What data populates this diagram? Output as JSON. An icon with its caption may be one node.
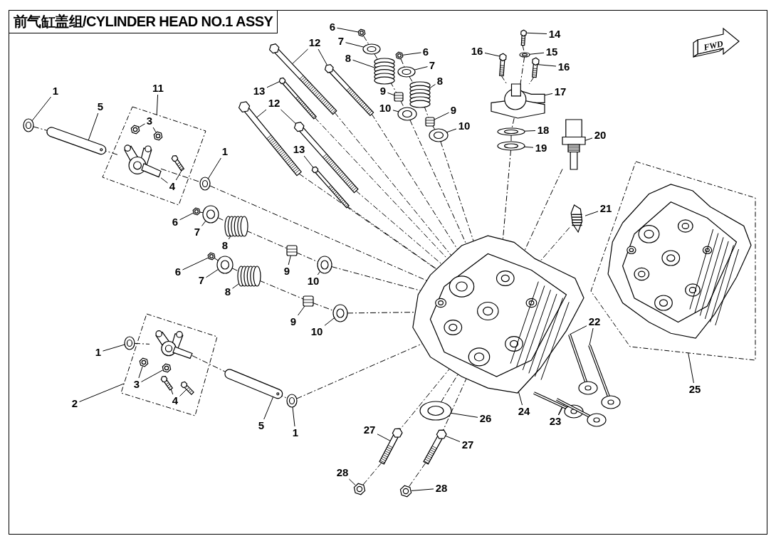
{
  "diagram": {
    "title": "前气缸盖组/CYLINDER HEAD NO.1 ASSY",
    "nodes": [
      {
        "text": [
          "1"
        ]
      },
      {
        "text": [],
        "shape": "ring"
      },
      {
        "text": [
          "5"
        ]
      },
      {
        "text": [],
        "shape": "pin"
      },
      {
        "text": [],
        "shape": "box"
      },
      {
        "text": [
          "11"
        ]
      },
      {
        "text": [
          "3"
        ],
        "in": 4
      },
      {
        "text": [],
        "shape": "nut",
        "in": 4
      },
      {
        "text": [],
        "shape": "nut",
        "in": 4
      },
      {
        "text": [
          "4"
        ],
        "in": 4
      },
      {
        "text": [],
        "shape": "picture",
        "in": 4
      },
      {
        "text": [],
        "shape": "bolt",
        "in": 4
      },
      {
        "text": [
          "1"
        ]
      },
      {
        "text": [],
        "shape": "ring"
      },
      {
        "text": [
          "12"
        ]
      },
      {
        "text": [],
        "shape": "bolt"
      },
      {
        "text": [],
        "shape": "bolt"
      },
      {
        "text": [
          "13"
        ]
      },
      {
        "text": [],
        "shape": "bolt"
      },
      {
        "text": [
          "12"
        ]
      },
      {
        "text": [],
        "shape": "bolt"
      },
      {
        "text": [],
        "shape": "bolt"
      },
      {
        "text": [
          "13"
        ]
      },
      {
        "text": [],
        "shape": "bolt"
      },
      {
        "text": [
          "6"
        ]
      },
      {
        "text": [],
        "shape": "nut"
      },
      {
        "text": [
          "7"
        ]
      },
      {
        "text": [],
        "shape": "ring"
      },
      {
        "text": [
          "8"
        ]
      },
      {
        "text": [],
        "shape": "spring"
      },
      {
        "text": [
          "9"
        ]
      },
      {
        "text": [],
        "shape": "cylinder"
      },
      {
        "text": [
          "10"
        ]
      },
      {
        "text": [],
        "shape": "ring"
      },
      {
        "text": [
          "6"
        ]
      },
      {
        "text": [],
        "shape": "nut"
      },
      {
        "text": [
          "7"
        ]
      },
      {
        "text": [],
        "shape": "ring"
      },
      {
        "text": [
          "8"
        ]
      },
      {
        "text": [],
        "shape": "spring"
      },
      {
        "text": [
          "9"
        ]
      },
      {
        "text": [],
        "shape": "cylinder"
      },
      {
        "text": [
          "10"
        ]
      },
      {
        "text": [],
        "shape": "ring"
      },
      {
        "text": [
          "16"
        ]
      },
      {
        "text": [],
        "shape": "bolt"
      },
      {
        "text": [
          "14"
        ]
      },
      {
        "text": [],
        "shape": "bolt"
      },
      {
        "text": [
          "15"
        ]
      },
      {
        "text": [],
        "shape": "ring"
      },
      {
        "text": [
          "16"
        ]
      },
      {
        "text": [],
        "shape": "bolt"
      },
      {
        "text": [
          "17"
        ]
      },
      {
        "text": [],
        "shape": "picture"
      },
      {
        "text": [
          "18"
        ]
      },
      {
        "text": [],
        "shape": "ring"
      },
      {
        "text": [
          "19"
        ]
      },
      {
        "text": [],
        "shape": "ring"
      },
      {
        "text": [
          "20"
        ]
      },
      {
        "text": [],
        "shape": "picture"
      },
      {
        "text": [
          "21"
        ]
      },
      {
        "text": [],
        "shape": "picture"
      },
      {
        "text": [],
        "shape": "picture"
      },
      {
        "text": [],
        "shape": "box"
      },
      {
        "text": [],
        "shape": "picture",
        "in": 63
      },
      {
        "text": [
          "25"
        ]
      },
      {
        "text": [
          "22"
        ]
      },
      {
        "text": [],
        "shape": "valve"
      },
      {
        "text": [],
        "shape": "valve"
      },
      {
        "text": [
          "24"
        ]
      },
      {
        "text": [
          "23"
        ]
      },
      {
        "text": [],
        "shape": "valve"
      },
      {
        "text": [],
        "shape": "valve"
      },
      {
        "text": [
          "26"
        ]
      },
      {
        "text": [],
        "shape": "ring"
      },
      {
        "text": [
          "27"
        ]
      },
      {
        "text": [],
        "shape": "bolt"
      },
      {
        "text": [
          "27"
        ]
      },
      {
        "text": [],
        "shape": "bolt"
      },
      {
        "text": [
          "28"
        ]
      },
      {
        "text": [],
        "shape": "nut"
      },
      {
        "text": [
          "28"
        ]
      },
      {
        "text": [],
        "shape": "nut"
      },
      {
        "text": [
          "6"
        ]
      },
      {
        "text": [],
        "shape": "nut"
      },
      {
        "text": [
          "7"
        ]
      },
      {
        "text": [],
        "shape": "ring"
      },
      {
        "text": [
          "8"
        ]
      },
      {
        "text": [],
        "shape": "spring"
      },
      {
        "text": [
          "9"
        ]
      },
      {
        "text": [],
        "shape": "cylinder"
      },
      {
        "text": [
          "10"
        ]
      },
      {
        "text": [],
        "shape": "ring"
      },
      {
        "text": [
          "6"
        ]
      },
      {
        "text": [],
        "shape": "nut"
      },
      {
        "text": [
          "7"
        ]
      },
      {
        "text": [],
        "shape": "ring"
      },
      {
        "text": [
          "8"
        ]
      },
      {
        "text": [],
        "shape": "spring"
      },
      {
        "text": [
          "9"
        ]
      },
      {
        "text": [],
        "shape": "cylinder"
      },
      {
        "text": [
          "10"
        ]
      },
      {
        "text": [],
        "shape": "ring"
      },
      {
        "text": [],
        "shape": "box"
      },
      {
        "text": [
          "1"
        ]
      },
      {
        "text": [],
        "shape": "ring"
      },
      {
        "text": [
          "2"
        ]
      },
      {
        "text": [
          "3"
        ],
        "in": 103
      },
      {
        "text": [],
        "shape": "nut",
        "in": 103
      },
      {
        "text": [],
        "shape": "nut",
        "in": 103
      },
      {
        "text": [
          "4"
        ],
        "in": 103
      },
      {
        "text": [],
        "shape": "bolt",
        "in": 103
      },
      {
        "text": [],
        "shape": "bolt",
        "in": 103
      },
      {
        "text": [],
        "shape": "picture",
        "in": 103
      },
      {
        "text": [
          "5"
        ]
      },
      {
        "text": [],
        "shape": "pin"
      },
      {
        "text": [
          "1"
        ]
      },
      {
        "text": [],
        "shape": "ring"
      }
    ],
    "edges": [
      {
        "from": 0,
        "to": 1,
        "arrow": "none"
      },
      {
        "from": 2,
        "to": 3,
        "arrow": "none"
      },
      {
        "from": 5,
        "to": 4,
        "arrow": "none"
      },
      {
        "from": 6,
        "to": 7,
        "arrow": "none"
      },
      {
        "from": 6,
        "to": 8,
        "arrow": "none"
      },
      {
        "from": 9,
        "to": 10,
        "arrow": "none"
      },
      {
        "from": 9,
        "to": 11,
        "arrow": "none"
      },
      {
        "from": 12,
        "to": 13,
        "arrow": "none"
      },
      {
        "from": 14,
        "to": 15,
        "arrow": "none"
      },
      {
        "from": 14,
        "to": 16,
        "arrow": "none"
      },
      {
        "from": 17,
        "to": 18,
        "arrow": "none"
      },
      {
        "from": 19,
        "to": 20,
        "arrow": "none"
      },
      {
        "from": 19,
        "to": 21,
        "arrow": "none"
      },
      {
        "from": 22,
        "to": 23,
        "arrow": "none"
      },
      {
        "from": 24,
        "to": 25,
        "arrow": "none"
      },
      {
        "from": 26,
        "to": 27,
        "arrow": "none"
      },
      {
        "from": 28,
        "to": 29,
        "arrow": "none"
      },
      {
        "from": 30,
        "to": 31,
        "arrow": "none"
      },
      {
        "from": 32,
        "to": 33,
        "arrow": "none"
      },
      {
        "from": 34,
        "to": 35,
        "arrow": "none"
      },
      {
        "from": 36,
        "to": 37,
        "arrow": "none"
      },
      {
        "from": 38,
        "to": 39,
        "arrow": "none"
      },
      {
        "from": 40,
        "to": 41,
        "arrow": "none"
      },
      {
        "from": 42,
        "to": 43,
        "arrow": "none"
      },
      {
        "from": 44,
        "to": 45,
        "arrow": "none"
      },
      {
        "from": 46,
        "to": 47,
        "arrow": "none"
      },
      {
        "from": 48,
        "to": 49,
        "arrow": "none"
      },
      {
        "from": 50,
        "to": 51,
        "arrow": "none"
      },
      {
        "from": 52,
        "to": 53,
        "arrow": "none"
      },
      {
        "from": 54,
        "to": 55,
        "arrow": "none"
      },
      {
        "from": 56,
        "to": 57,
        "arrow": "none"
      },
      {
        "from": 58,
        "to": 59,
        "arrow": "none"
      },
      {
        "from": 60,
        "to": 61,
        "arrow": "none"
      },
      {
        "from": 65,
        "to": 63,
        "arrow": "none"
      },
      {
        "from": 66,
        "to": 67,
        "arrow": "none"
      },
      {
        "from": 66,
        "to": 68,
        "arrow": "none"
      },
      {
        "from": 69,
        "to": 62,
        "arrow": "none"
      },
      {
        "from": 70,
        "to": 71,
        "arrow": "none"
      },
      {
        "from": 70,
        "to": 72,
        "arrow": "none"
      },
      {
        "from": 73,
        "to": 74,
        "arrow": "none"
      },
      {
        "from": 75,
        "to": 76,
        "arrow": "none"
      },
      {
        "from": 77,
        "to": 78,
        "arrow": "none"
      },
      {
        "from": 79,
        "to": 80,
        "arrow": "none"
      },
      {
        "from": 81,
        "to": 82,
        "arrow": "none"
      },
      {
        "from": 83,
        "to": 84,
        "arrow": "none"
      },
      {
        "from": 85,
        "to": 86,
        "arrow": "none"
      },
      {
        "from": 87,
        "to": 88,
        "arrow": "none"
      },
      {
        "from": 89,
        "to": 90,
        "arrow": "none"
      },
      {
        "from": 91,
        "to": 92,
        "arrow": "none"
      },
      {
        "from": 93,
        "to": 94,
        "arrow": "none"
      },
      {
        "from": 95,
        "to": 96,
        "arrow": "none"
      },
      {
        "from": 97,
        "to": 98,
        "arrow": "none"
      },
      {
        "from": 99,
        "to": 100,
        "arrow": "none"
      },
      {
        "from": 101,
        "to": 102,
        "arrow": "none"
      },
      {
        "from": 104,
        "to": 105,
        "arrow": "none"
      },
      {
        "from": 106,
        "to": 103,
        "arrow": "none"
      },
      {
        "from": 107,
        "to": 108,
        "arrow": "none"
      },
      {
        "from": 107,
        "to": 109,
        "arrow": "none"
      },
      {
        "from": 110,
        "to": 111,
        "arrow": "none"
      },
      {
        "from": 110,
        "to": 112,
        "arrow": "none"
      },
      {
        "from": 114,
        "to": 115,
        "arrow": "none"
      },
      {
        "from": 116,
        "to": 117,
        "arrow": "none"
      },
      {
        "from": 1,
        "to": 3,
        "arrow": "none",
        "style": "dashed"
      },
      {
        "from": 3,
        "to": 10,
        "arrow": "none",
        "style": "dashed"
      },
      {
        "from": 10,
        "to": 13,
        "arrow": "none",
        "style": "dashed"
      },
      {
        "from": 13,
        "to": 62,
        "arrow": "none",
        "style": "dashed"
      },
      {
        "from": 105,
        "to": 113,
        "arrow": "none",
        "style": "dashed"
      },
      {
        "from": 113,
        "to": 115,
        "arrow": "none",
        "style": "dashed"
      },
      {
        "from": 115,
        "to": 117,
        "arrow": "none",
        "style": "dashed"
      },
      {
        "from": 117,
        "to": 62,
        "arrow": "none",
        "style": "dashed"
      },
      {
        "from": 84,
        "to": 86,
        "arrow": "none",
        "style": "dashed"
      },
      {
        "from": 86,
        "to": 88,
        "arrow": "none",
        "style": "dashed"
      },
      {
        "from": 88,
        "to": 90,
        "arrow": "none",
        "style": "dashed"
      },
      {
        "from": 90,
        "to": 92,
        "arrow": "none",
        "style": "dashed"
      },
      {
        "from": 92,
        "to": 62,
        "arrow": "none",
        "style": "dashed"
      },
      {
        "from": 94,
        "to": 96,
        "arrow": "none",
        "style": "dashed"
      },
      {
        "from": 96,
        "to": 98,
        "arrow": "none",
        "style": "dashed"
      },
      {
        "from": 98,
        "to": 100,
        "arrow": "none",
        "style": "dashed"
      },
      {
        "from": 100,
        "to": 102,
        "arrow": "none",
        "style": "dashed"
      },
      {
        "from": 102,
        "to": 62,
        "arrow": "none",
        "style": "dashed"
      },
      {
        "from": 25,
        "to": 27,
        "arrow": "none",
        "style": "dashed"
      },
      {
        "from": 27,
        "to": 29,
        "arrow": "none",
        "style": "dashed"
      },
      {
        "from": 29,
        "to": 31,
        "arrow": "none",
        "style": "dashed"
      },
      {
        "from": 31,
        "to": 33,
        "arrow": "none",
        "style": "dashed"
      },
      {
        "from": 33,
        "to": 62,
        "arrow": "none",
        "style": "dashed"
      },
      {
        "from": 35,
        "to": 37,
        "arrow": "none",
        "style": "dashed"
      },
      {
        "from": 37,
        "to": 39,
        "arrow": "none",
        "style": "dashed"
      },
      {
        "from": 39,
        "to": 41,
        "arrow": "none",
        "style": "dashed"
      },
      {
        "from": 41,
        "to": 43,
        "arrow": "none",
        "style": "dashed"
      },
      {
        "from": 43,
        "to": 62,
        "arrow": "none",
        "style": "dashed"
      },
      {
        "from": 15,
        "to": 62,
        "arrow": "none",
        "style": "dashed"
      },
      {
        "from": 16,
        "to": 62,
        "arrow": "none",
        "style": "dashed"
      },
      {
        "from": 18,
        "to": 62,
        "arrow": "none",
        "style": "dashed"
      },
      {
        "from": 20,
        "to": 62,
        "arrow": "none",
        "style": "dashed"
      },
      {
        "from": 21,
        "to": 62,
        "arrow": "none",
        "style": "dashed"
      },
      {
        "from": 23,
        "to": 62,
        "arrow": "none",
        "style": "dashed"
      },
      {
        "from": 47,
        "to": 49,
        "arrow": "none",
        "style": "dashed"
      },
      {
        "from": 49,
        "to": 53,
        "arrow": "none",
        "style": "dashed"
      },
      {
        "from": 53,
        "to": 55,
        "arrow": "none",
        "style": "dashed"
      },
      {
        "from": 55,
        "to": 57,
        "arrow": "none",
        "style": "dashed"
      },
      {
        "from": 57,
        "to": 62,
        "arrow": "none",
        "style": "dashed"
      },
      {
        "from": 45,
        "to": 53,
        "arrow": "none",
        "style": "dashed"
      },
      {
        "from": 51,
        "to": 53,
        "arrow": "none",
        "style": "dashed"
      },
      {
        "from": 59,
        "to": 62,
        "arrow": "none",
        "style": "dashed"
      },
      {
        "from": 61,
        "to": 62,
        "arrow": "none",
        "style": "dashed"
      },
      {
        "from": 80,
        "to": 76,
        "arrow": "none",
        "style": "dashed"
      },
      {
        "from": 76,
        "to": 62,
        "arrow": "none",
        "style": "dashed"
      },
      {
        "from": 82,
        "to": 78,
        "arrow": "none",
        "style": "dashed"
      },
      {
        "from": 78,
        "to": 62,
        "arrow": "none",
        "style": "dashed"
      },
      {
        "from": 74,
        "to": 62,
        "arrow": "none",
        "style": "dashed"
      }
    ],
    "labels": [
      "FWD"
    ]
  }
}
